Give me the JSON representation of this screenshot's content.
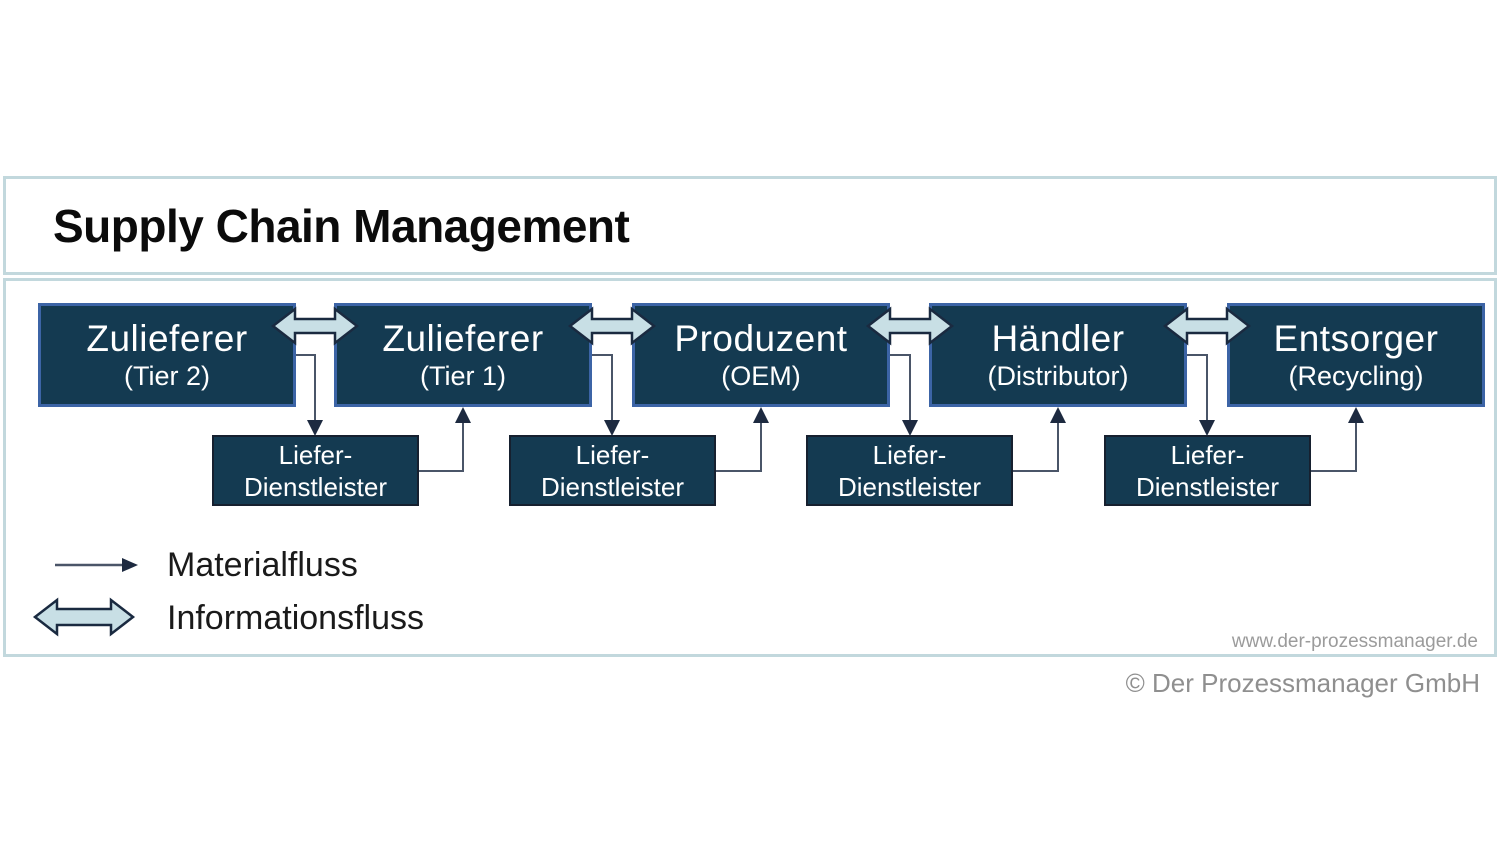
{
  "title": "Supply Chain Management",
  "chain": [
    {
      "label": "Zulieferer",
      "sublabel": "(Tier 2)"
    },
    {
      "label": "Zulieferer",
      "sublabel": "(Tier 1)"
    },
    {
      "label": "Produzent",
      "sublabel": "(OEM)"
    },
    {
      "label": "Händler",
      "sublabel": "(Distributor)"
    },
    {
      "label": "Entsorger",
      "sublabel": "(Recycling)"
    }
  ],
  "service_providers": [
    {
      "line1": "Liefer-",
      "line2": "Dienstleister"
    },
    {
      "line1": "Liefer-",
      "line2": "Dienstleister"
    },
    {
      "line1": "Liefer-",
      "line2": "Dienstleister"
    },
    {
      "line1": "Liefer-",
      "line2": "Dienstleister"
    }
  ],
  "legend": {
    "material_label": "Materialfluss",
    "information_label": "Informationsfluss"
  },
  "footer": {
    "website": "www.der-prozessmanager.de",
    "copyright": "© Der Prozessmanager GmbH"
  },
  "colors": {
    "node_fill": "#143a51",
    "node_border": "#3c64a6",
    "info_arrow_fill": "#c8dfe5",
    "info_arrow_stroke": "#1a2a40",
    "material_line": "#4a5568",
    "material_head": "#1d2a40",
    "frame_border": "#c2d8dd"
  }
}
